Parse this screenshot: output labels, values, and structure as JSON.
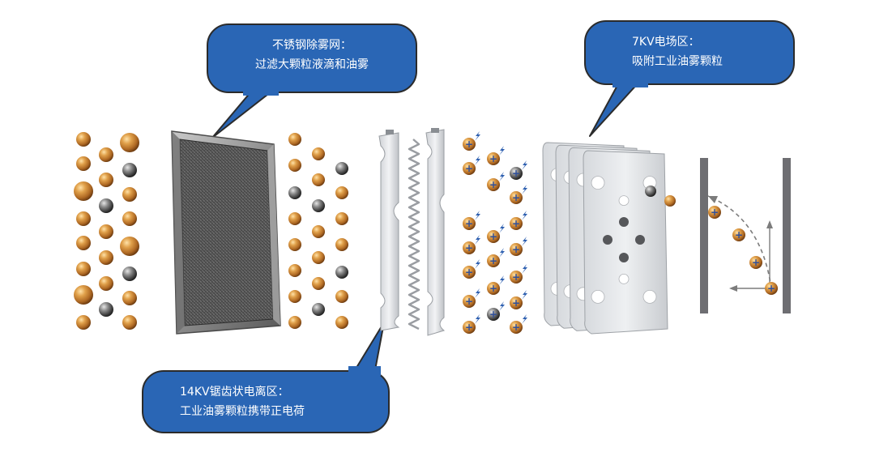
{
  "callouts": {
    "mesh": {
      "line1": "不锈钢除雾网：",
      "line2": "过滤大颗粒液滴和油雾"
    },
    "field7kv": {
      "line1": "7KV电场区：",
      "line2": "吸附工业油雾颗粒"
    },
    "ionizer14kv": {
      "line1": "14KV锯齿状电离区：",
      "line2": "工业油雾颗粒携带正电荷"
    }
  },
  "symbols": {
    "positive_charge": "+"
  },
  "colors": {
    "callout_blue": "#2a66b5",
    "callout_border": "#2b2b2b",
    "oil_particle": "#c17a2e",
    "grey_particle": "#5c5c5c",
    "charge_mark": "#2f4f9a",
    "bolt": "#2d5fb0",
    "plate": "#6e6e72"
  }
}
